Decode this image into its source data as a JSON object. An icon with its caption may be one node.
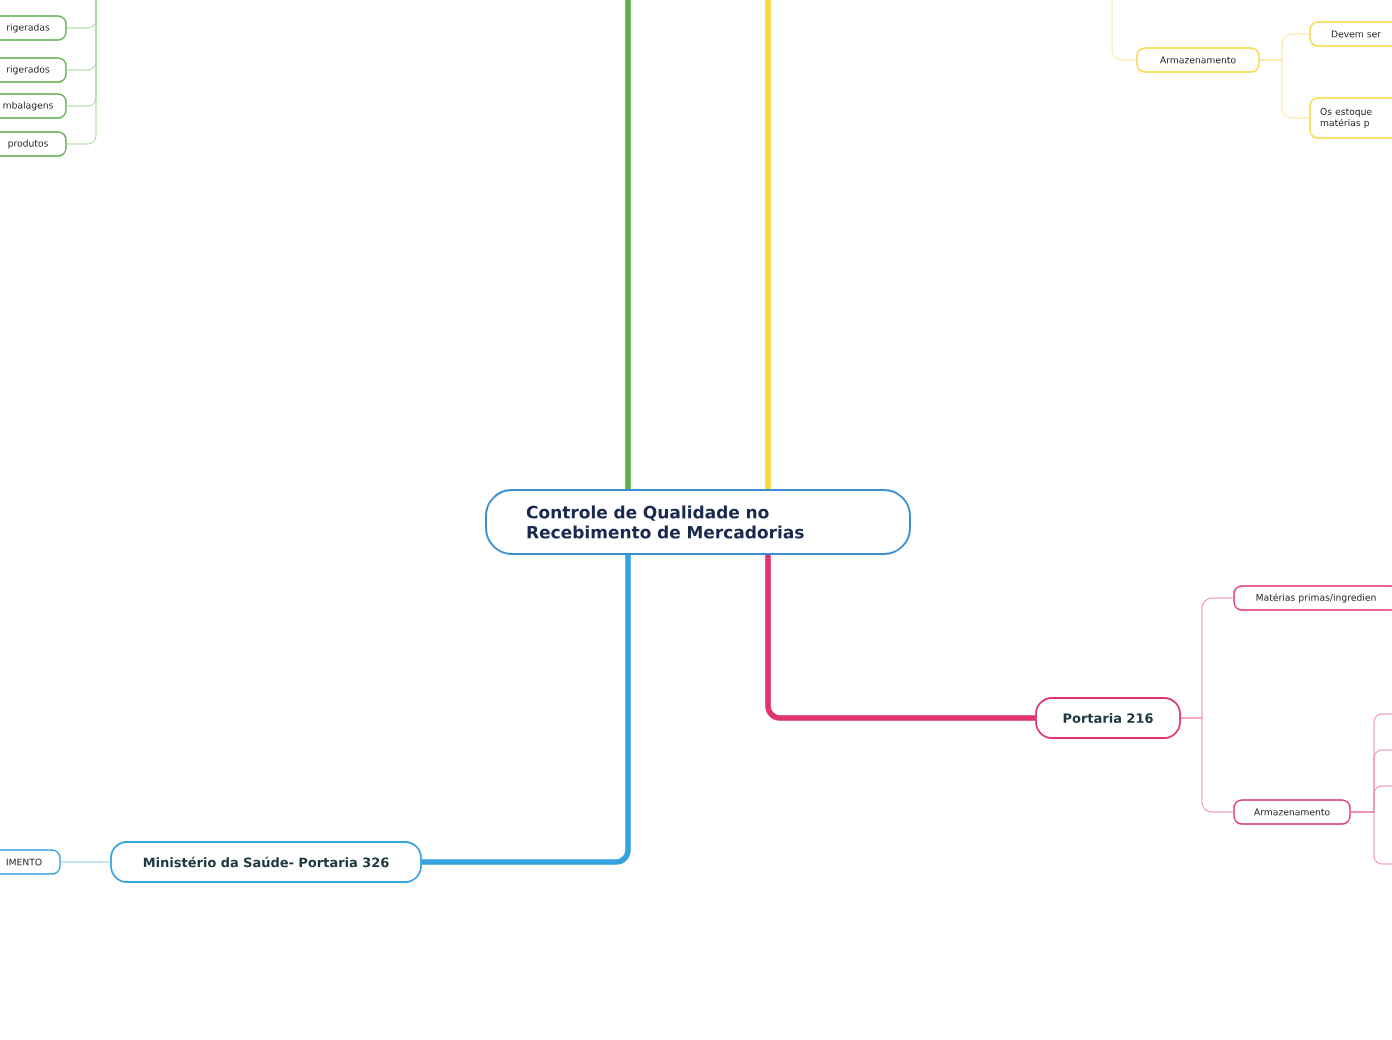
{
  "diagram": {
    "nodes": [
      {
        "text": [
          "Controle de Qualidade no Recebimento de Mercadorias"
        ]
      },
      {
        "text": [
          "Portaria 216"
        ]
      },
      {
        "text": [
          "Matérias primas/ingredien"
        ]
      },
      {
        "text": [
          "Armazenamento"
        ]
      },
      {
        "text": [
          "Ministério da Saúde- Portaria 326"
        ]
      },
      {
        "text": [
          "IMENTO"
        ]
      },
      {
        "text": [
          "Armazenamento"
        ]
      },
      {
        "text": [
          "Devem ser"
        ]
      },
      {
        "text": [
          "Os estoque matérias p"
        ]
      },
      {
        "text": [
          "rigeradas"
        ]
      },
      {
        "text": [
          "rigerados"
        ]
      },
      {
        "text": [
          "mbalagens"
        ]
      },
      {
        "text": [
          "produtos"
        ]
      }
    ],
    "edges": [
      {
        "from": 0,
        "to": null,
        "arrow": "none",
        "style": "thick",
        "color": "#5bb04a"
      },
      {
        "from": 0,
        "to": null,
        "arrow": "none",
        "style": "thick",
        "color": "#f5d63d"
      },
      {
        "from": 0,
        "to": 1,
        "arrow": "none",
        "style": "thick",
        "color": "#e0336f"
      },
      {
        "from": 0,
        "to": 4,
        "arrow": "none",
        "style": "thick",
        "color": "#36a3e0"
      },
      {
        "from": 4,
        "to": 5,
        "arrow": "none",
        "color": "#8cc8ee"
      },
      {
        "from": 1,
        "to": 2,
        "arrow": "none",
        "color": "#f08cb0"
      },
      {
        "from": 1,
        "to": 3,
        "arrow": "none",
        "color": "#f08cb0"
      },
      {
        "from": 3,
        "to": null,
        "arrow": "none",
        "color": "#f08cb0"
      },
      {
        "from": 3,
        "to": null,
        "arrow": "none",
        "color": "#f08cb0"
      },
      {
        "from": 3,
        "to": null,
        "arrow": "none",
        "color": "#f08cb0"
      },
      {
        "from": 3,
        "to": null,
        "arrow": "none",
        "color": "#f08cb0"
      },
      {
        "from": null,
        "to": 6,
        "arrow": "none",
        "color": "#f8e69a"
      },
      {
        "from": 6,
        "to": 7,
        "arrow": "none",
        "color": "#f8e69a"
      },
      {
        "from": 6,
        "to": 8,
        "arrow": "none",
        "color": "#f8e69a"
      },
      {
        "from": null,
        "to": 9,
        "arrow": "none",
        "color": "#a8d89c"
      },
      {
        "from": null,
        "to": 10,
        "arrow": "none",
        "color": "#a8d89c"
      },
      {
        "from": null,
        "to": 11,
        "arrow": "none",
        "color": "#a8d89c"
      },
      {
        "from": null,
        "to": 12,
        "arrow": "none",
        "color": "#a8d89c"
      }
    ]
  }
}
